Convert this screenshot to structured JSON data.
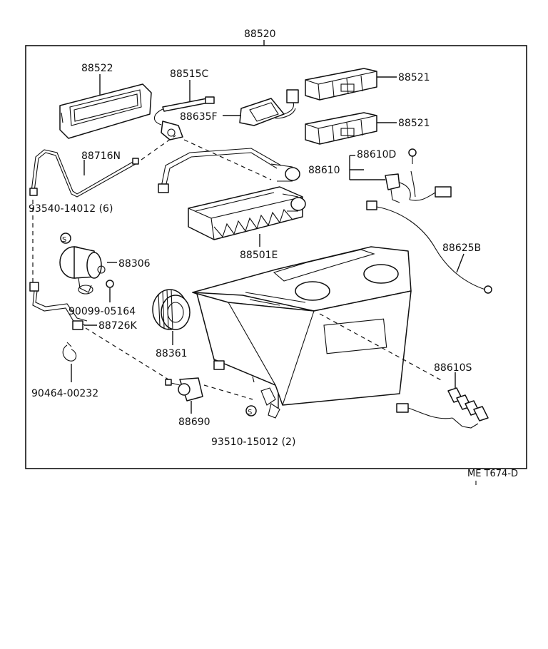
{
  "diagram": {
    "assembly_number": "88520",
    "reference_code": "ME T674-D",
    "callouts": {
      "p88522": "88522",
      "p88515C": "88515C",
      "p88521_top": "88521",
      "p88521_bottom": "88521",
      "p88635F": "88635F",
      "p88716N": "88716N",
      "p88610D": "88610D",
      "p88610": "88610",
      "p93540": "93540-14012 (6)",
      "p88501E": "88501E",
      "p88625B": "88625B",
      "p88306": "88306",
      "p90099": "90099-05164",
      "p88726K": "88726K",
      "p88361": "88361",
      "p88610S": "88610S",
      "p90464": "90464-00232",
      "p88690": "88690",
      "p93510": "93510-15012 (2)"
    },
    "seal_symbol": "S"
  }
}
